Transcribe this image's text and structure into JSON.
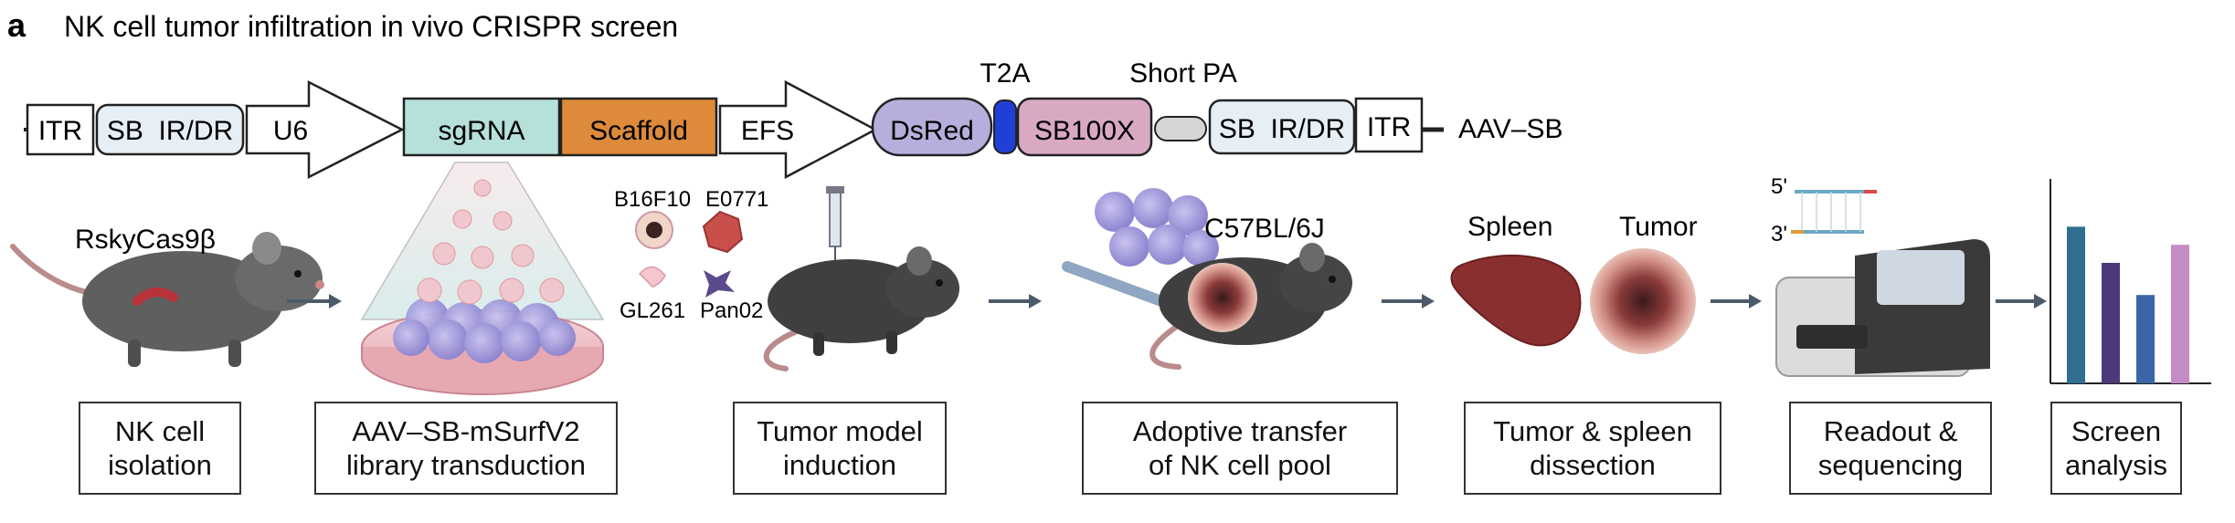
{
  "panel": {
    "letter": "a",
    "title": "NK cell tumor infiltration in vivo CRISPR screen"
  },
  "construct": {
    "itr_left": "ITR",
    "sb_irdr_left": "SB  IR/DR",
    "u6": "U6",
    "sgrna": "sgRNA",
    "scaffold": "Scaffold",
    "efs": "EFS",
    "dsred": "DsRed",
    "t2a": "T2A",
    "sb100x": "SB100X",
    "short_pa": "Short PA",
    "sb_irdr_right": "SB  IR/DR",
    "itr_right": "ITR",
    "vector_name": "AAV–SB"
  },
  "labels": {
    "mouse_strain": "RskyCas9β",
    "cell_b16f10": "B16F10",
    "cell_e0771": "E0771",
    "cell_gl261": "GL261",
    "cell_pan02": "Pan02",
    "recipient_strain": "C57BL/6J",
    "spleen": "Spleen",
    "tumor": "Tumor",
    "five_prime": "5'",
    "three_prime": "3'"
  },
  "steps": [
    {
      "line1": "NK cell",
      "line2": "isolation"
    },
    {
      "line1": "AAV–SB-mSurfV2",
      "line2": "library transduction"
    },
    {
      "line1": "Tumor model",
      "line2": "induction"
    },
    {
      "line1": "Adoptive transfer",
      "line2": "of NK cell pool"
    },
    {
      "line1": "Tumor & spleen",
      "line2": "dissection"
    },
    {
      "line1": "Readout &",
      "line2": "sequencing"
    },
    {
      "line1": "Screen",
      "line2": "analysis"
    }
  ],
  "chart_data": {
    "type": "bar",
    "values": [
      0.78,
      0.6,
      0.44,
      0.69
    ],
    "colors": [
      "#2f6f8f",
      "#4b3a78",
      "#3a66a8",
      "#c48bc4"
    ]
  },
  "colors": {
    "sgrna_fill": "#b6e0da",
    "scaffold_fill": "#dd8a3a",
    "dsred_fill": "#b8aedc",
    "t2a_fill": "#1f3fd6",
    "sb100x_fill": "#d9a9c4",
    "sb_irdr_fill": "#e6eef6",
    "arrow": "#4c5a6a",
    "mouse": "#555555"
  },
  "icons": [
    "mouse-icon",
    "petri-dish-icon",
    "syringe-icon",
    "spleen-icon",
    "tumor-icon",
    "sequencer-icon",
    "dna-icon",
    "bar-chart-icon"
  ]
}
